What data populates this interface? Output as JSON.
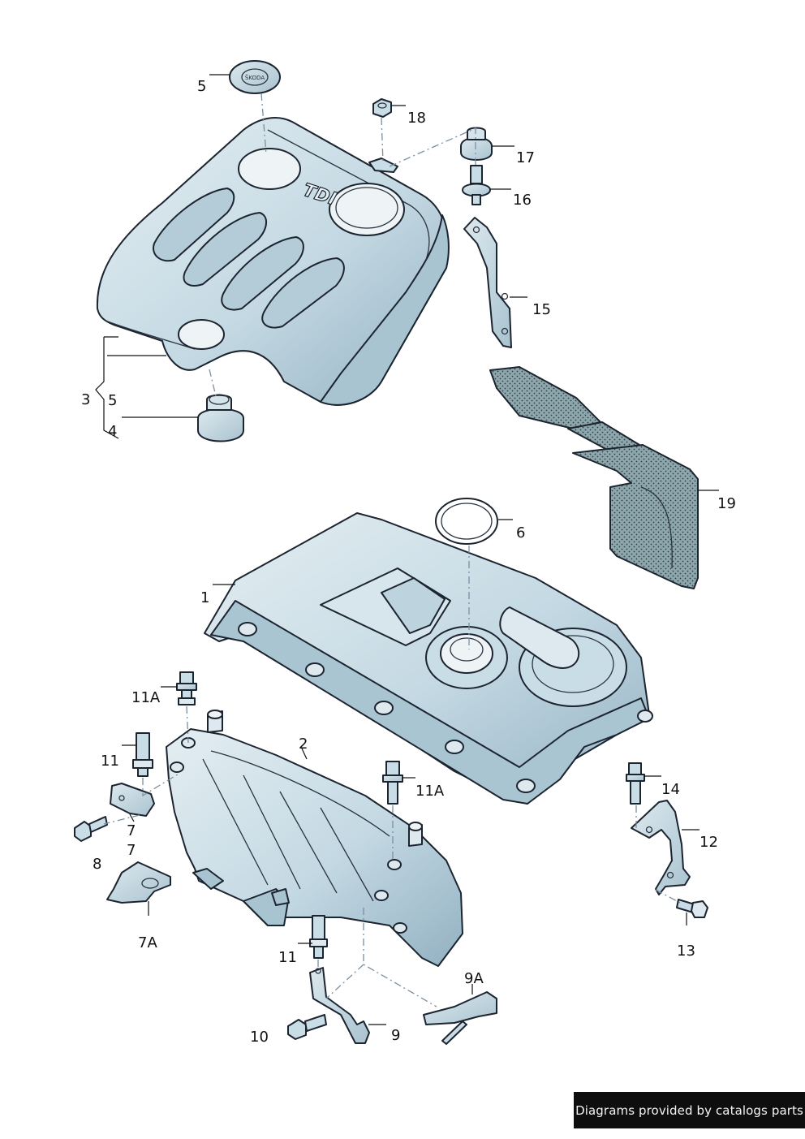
{
  "callouts": {
    "c5a": "5",
    "c18": "18",
    "c17": "17",
    "c16": "16",
    "c15": "15",
    "c3": "3",
    "c5b": "5",
    "c4": "4",
    "c19": "19",
    "c6": "6",
    "c1": "1",
    "c11a_top": "11A",
    "c2": "2",
    "c11_left": "11",
    "c11a_mid": "11A",
    "c14": "14",
    "c7": "7",
    "c8": "8",
    "c7_lower": "7",
    "c12": "12",
    "c7a": "7A",
    "c13": "13",
    "c11_bottom": "11",
    "c9a": "9A",
    "c10": "10",
    "c9": "9"
  },
  "engine_cover_logo": "TDI",
  "cap_logo": "ŠKODA",
  "footer": {
    "text": "Diagrams provided by catalogs parts"
  },
  "colors": {
    "part_fill": "#c9dde6",
    "part_shadow": "#9fbccb",
    "pad_fill": "#8fa8ad",
    "outline": "#1c2430"
  }
}
